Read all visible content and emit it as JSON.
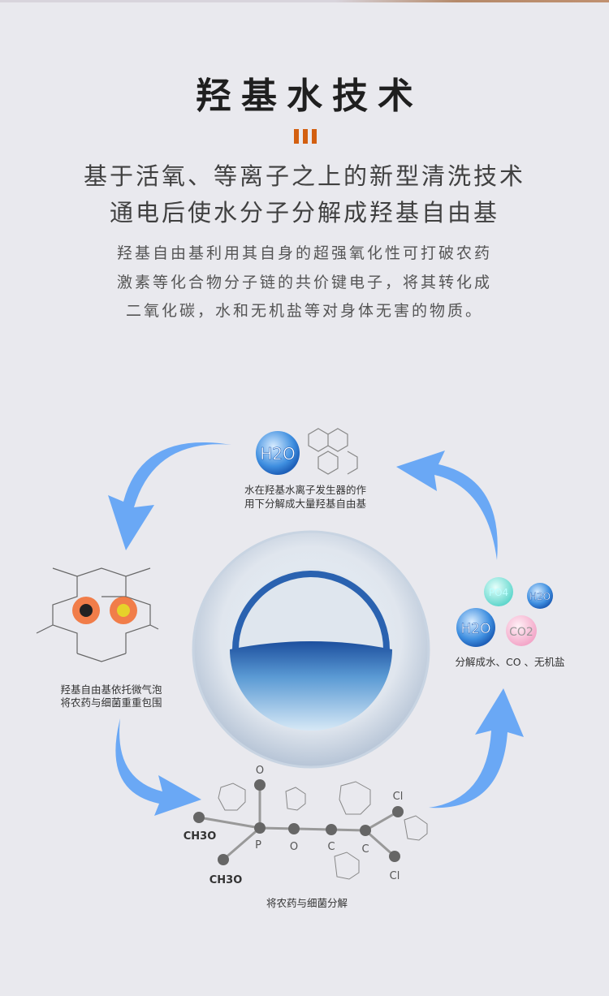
{
  "header": {
    "title": "羟基水技术",
    "subtitle_lines": [
      "基于活氧、等离子之上的新型清洗技术",
      "通电后使水分子分解成羟基自由基"
    ],
    "description_lines": [
      "羟基自由基利用其自身的超强氧化性可打破农药",
      "激素等化合物分子链的共价键电子，将其转化成",
      "二氧化碳，水和无机盐等对身体无害的物质。"
    ]
  },
  "colors": {
    "accent": "#d35f10",
    "arrow": "#6aa8f5",
    "background": "#e9e9ee"
  },
  "diagram": {
    "steps": [
      {
        "lines": [
          "水在羟基水离子发生器的作",
          "用下分解成大量羟基自由基"
        ],
        "molecule": "H2O"
      },
      {
        "lines": [
          "分解成水、CO 、无机盐"
        ],
        "molecules": [
          "PO4",
          "H2O",
          "H2O",
          "CO2"
        ]
      },
      {
        "lines": [
          "将农药与细菌分解"
        ],
        "atoms": [
          "O",
          "CH3O",
          "CH3O",
          "P",
          "O",
          "C",
          "C",
          "Cl",
          "Cl"
        ]
      },
      {
        "lines": [
          "羟基自由基依托微气泡",
          "将农药与细菌重重包围"
        ]
      }
    ]
  }
}
